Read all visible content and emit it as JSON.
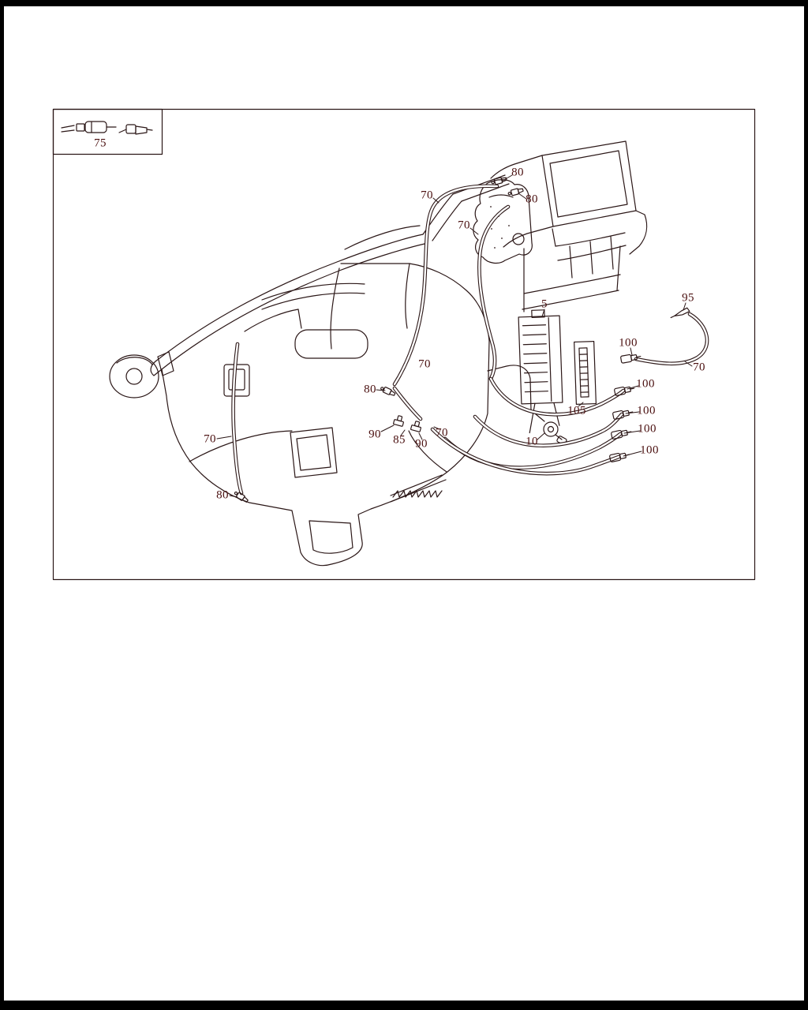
{
  "colors": {
    "background": "#ffffff",
    "line": "#2b1717",
    "label": "#4a0f0f",
    "page_border": "#000000"
  },
  "callouts": [
    {
      "text": "75"
    },
    {
      "text": "80"
    },
    {
      "text": "70"
    },
    {
      "text": "80"
    },
    {
      "text": "70"
    },
    {
      "text": "5"
    },
    {
      "text": "95"
    },
    {
      "text": "100"
    },
    {
      "text": "70"
    },
    {
      "text": "100"
    },
    {
      "text": "70"
    },
    {
      "text": "80"
    },
    {
      "text": "100"
    },
    {
      "text": "105"
    },
    {
      "text": "100"
    },
    {
      "text": "90"
    },
    {
      "text": "85"
    },
    {
      "text": "90"
    },
    {
      "text": "70"
    },
    {
      "text": "10"
    },
    {
      "text": "100"
    },
    {
      "text": "70"
    },
    {
      "text": "80"
    }
  ]
}
